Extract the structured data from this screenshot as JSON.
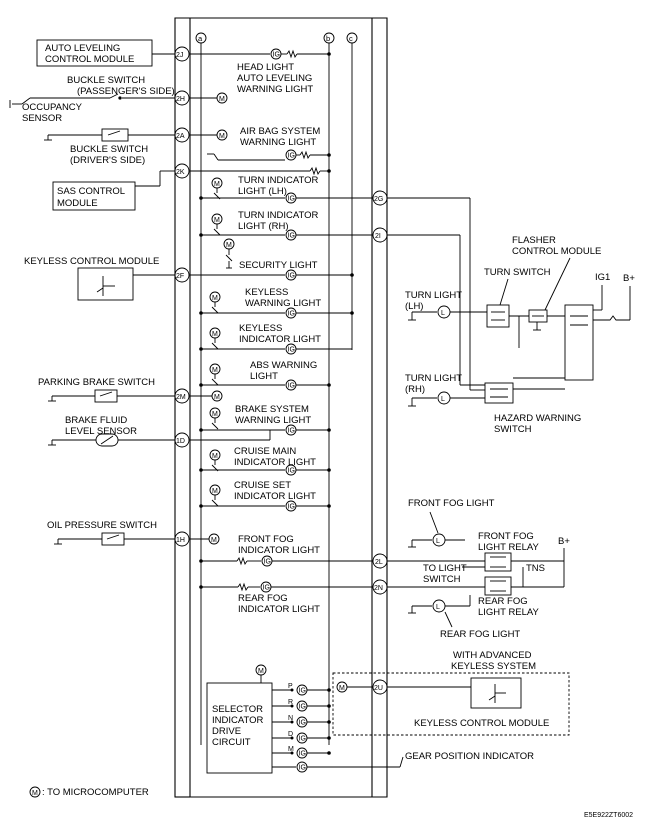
{
  "labels": {
    "auto_leveling_1": "AUTO LEVELING",
    "auto_leveling_2": "CONTROL MODULE",
    "buckle_pass_1": "BUCKLE SWITCH",
    "buckle_pass_2": "(PASSENGER'S SIDE)",
    "occupancy_1": "OCCUPANCY",
    "occupancy_2": "SENSOR",
    "buckle_drv_1": "BUCKLE SWITCH",
    "buckle_drv_2": "(DRIVER'S SIDE)",
    "sas_1": "SAS CONTROL",
    "sas_2": "MODULE",
    "keyless_cm": "KEYLESS CONTROL MODULE",
    "parking_brake": "PARKING BRAKE SWITCH",
    "brake_fluid_1": "BRAKE FLUID",
    "brake_fluid_2": "LEVEL SENSOR",
    "oil_pressure": "OIL PRESSURE SWITCH",
    "headlight_1": "HEAD LIGHT",
    "headlight_2": "AUTO LEVELING",
    "headlight_3": "WARNING LIGHT",
    "airbag_1": "AIR BAG SYSTEM",
    "airbag_2": "WARNING LIGHT",
    "turn_lh_1": "TURN INDICATOR",
    "turn_lh_2": "LIGHT (LH)",
    "turn_rh_1": "TURN INDICATOR",
    "turn_rh_2": "LIGHT (RH)",
    "security": "SECURITY LIGHT",
    "keyless_warn_1": "KEYLESS",
    "keyless_warn_2": "WARNING LIGHT",
    "keyless_ind_1": "KEYLESS",
    "keyless_ind_2": "INDICATOR LIGHT",
    "abs_1": "ABS WARNING",
    "abs_2": "LIGHT",
    "brake_sys_1": "BRAKE SYSTEM",
    "brake_sys_2": "WARNING LIGHT",
    "cruise_main_1": "CRUISE MAIN",
    "cruise_main_2": "INDICATOR LIGHT",
    "cruise_set_1": "CRUISE SET",
    "cruise_set_2": "INDICATOR LIGHT",
    "front_fog_ind_1": "FRONT FOG",
    "front_fog_ind_2": "INDICATOR LIGHT",
    "rear_fog_ind_1": "REAR FOG",
    "rear_fog_ind_2": "INDICATOR LIGHT",
    "selector_1": "SELECTOR",
    "selector_2": "INDICATOR",
    "selector_3": "DRIVE",
    "selector_4": "CIRCUIT",
    "gear_pos": "GEAR POSITION INDICATOR",
    "to_micro": ": TO MICROCOMPUTER",
    "flasher_1": "FLASHER",
    "flasher_2": "CONTROL MODULE",
    "turn_switch": "TURN SWITCH",
    "ig1": "IG1",
    "bplus": "B+",
    "turn_light_lh_1": "TURN LIGHT",
    "turn_light_lh_2": "(LH)",
    "turn_light_rh_1": "TURN LIGHT",
    "turn_light_rh_2": "(RH)",
    "hazard_1": "HAZARD WARNING",
    "hazard_2": "SWITCH",
    "front_fog_light": "FRONT FOG LIGHT",
    "front_fog_relay_1": "FRONT FOG",
    "front_fog_relay_2": "LIGHT RELAY",
    "to_light_1": "TO LIGHT",
    "to_light_2": "SWITCH",
    "tns": "TNS",
    "bplus2": "B+",
    "rear_fog_relay_1": "REAR FOG",
    "rear_fog_relay_2": "LIGHT RELAY",
    "rear_fog_light": "REAR FOG LIGHT",
    "adv_keyless_1": "WITH ADVANCED",
    "adv_keyless_2": "KEYLESS SYSTEM",
    "keyless_cm_2": "KEYLESS CONTROL MODULE",
    "code": "E5E922ZT6002"
  },
  "terminals": {
    "t2j": "2J",
    "t2h": "2H",
    "t2a": "2A",
    "t2k": "2K",
    "t2f": "2F",
    "t2m": "2M",
    "t1d": "1D",
    "t1h": "1H",
    "t2g": "2G",
    "t2i": "2I",
    "t2l": "2L",
    "t2n": "2N",
    "t2u": "2U"
  },
  "buses": {
    "a": "a",
    "b": "b",
    "c": "c"
  },
  "gears": {
    "p": "P",
    "r": "R",
    "n": "N",
    "d": "D",
    "m": "M"
  },
  "symbols": {
    "micro": "M",
    "ind": "IG",
    "lamp": "L"
  }
}
